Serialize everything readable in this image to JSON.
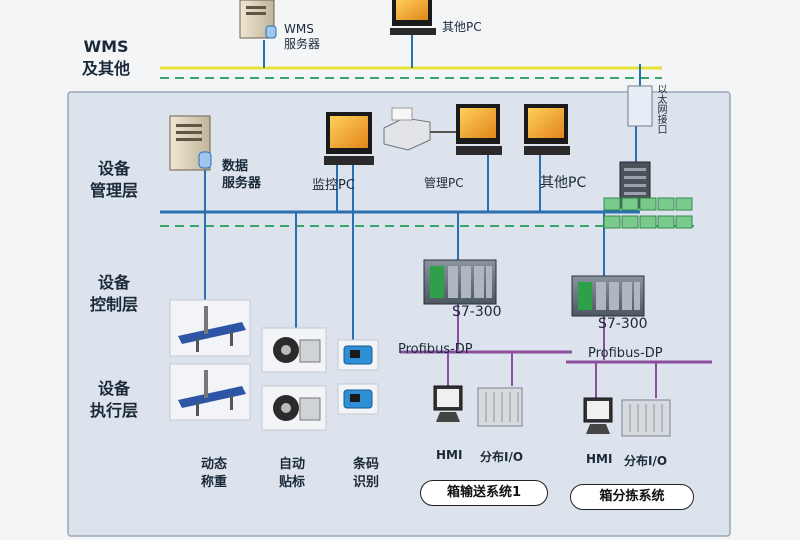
{
  "layers": {
    "wms": [
      "WMS",
      "及其他"
    ],
    "management": [
      "设备",
      "管理层"
    ],
    "control": [
      "设备",
      "控制层"
    ],
    "execution": [
      "设备",
      "执行层"
    ]
  },
  "nodes": {
    "wms_server": [
      "WMS",
      "服务器"
    ],
    "other_pc_top": "其他PC",
    "ethernet_port": "以太网接口",
    "data_server": [
      "数据",
      "服务器"
    ],
    "monitor_pc": "监控PC",
    "manage_pc": "管理PC",
    "other_pc": "其他PC",
    "plc1": "S7-300",
    "plc2": "S7-300",
    "profibus1": "Profibus-DP",
    "profibus2": "Profibus-DP",
    "hmi1": "HMI",
    "io1": "分布I/O",
    "hmi2": "HMI",
    "io2": "分布I/O"
  },
  "devices": {
    "weighing": [
      "动态",
      "称重"
    ],
    "labeling": [
      "自动",
      "贴标"
    ],
    "barcode": [
      "条码",
      "识别"
    ]
  },
  "systems": {
    "conveying": "箱输送系统1",
    "sorting": "箱分拣系统"
  },
  "colors": {
    "ethernet": "#2a6fb0",
    "wms_bus": "#e8e23a",
    "dashed": "#3aa56a",
    "profibus": "#8a4f9e",
    "panel": "#dde3ec"
  }
}
